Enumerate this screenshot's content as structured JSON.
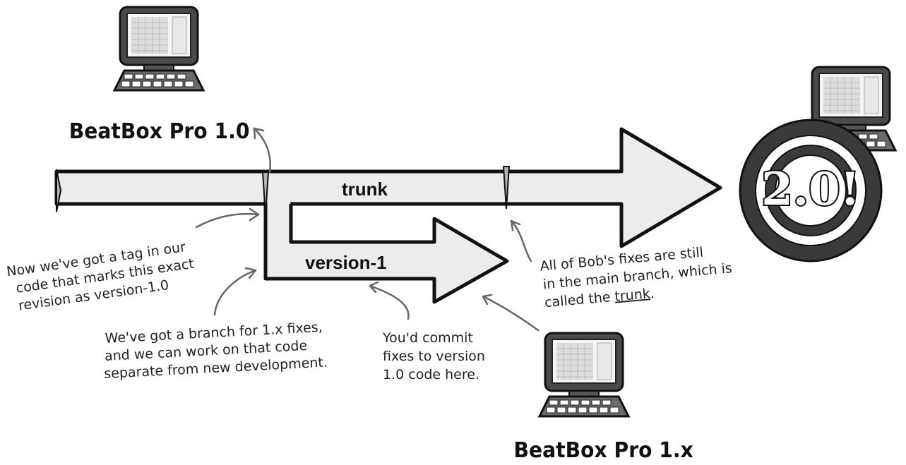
{
  "labels": {
    "release_1_0": "BeatBox Pro 1.0",
    "release_1_x": "BeatBox Pro 1.x",
    "trunk": "trunk",
    "branch": "version-1",
    "badge": "2.0!"
  },
  "annotations": {
    "tag_note": [
      "Now we've got a tag in our",
      "code that marks this exact",
      "revision as version-1.0"
    ],
    "branch_note": [
      "We've got a branch for 1.x fixes,",
      "and we can work on that code",
      "separate from new development."
    ],
    "commit_note": [
      "You'd commit",
      "fixes to version",
      "1.0 code here."
    ],
    "trunk_note_line1": "All of Bob's fixes are still",
    "trunk_note_line2": "in the main branch, which is",
    "trunk_note_prefix": "called the ",
    "trunk_note_word": "trunk",
    "trunk_note_suffix": "."
  },
  "icons": {
    "computer_1_0": "computer-icon",
    "computer_1_x": "computer-icon",
    "computer_2_0": "computer-icon",
    "badge_target": "target-icon"
  },
  "colors": {
    "arrow_fill": "#ececec",
    "stroke": "#111111",
    "marker": "#b5b5b5",
    "badge_ring": "#3a3a3a"
  }
}
